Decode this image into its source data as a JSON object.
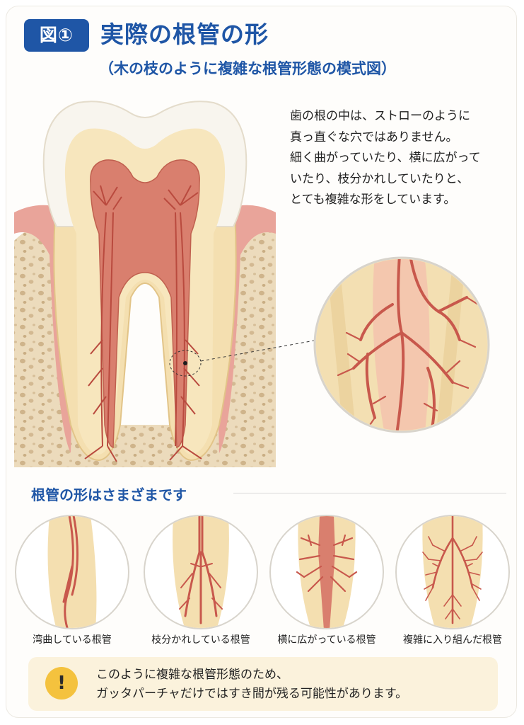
{
  "header": {
    "badge": "図①",
    "title": "実際の根管の形",
    "subtitle": "（木の枝のように複雑な根管形態の模式図）"
  },
  "description": {
    "lines": [
      "歯の根の中は、ストローのように",
      "真っ直ぐな穴ではありません。",
      "細く曲がっていたり、横に広がって",
      "いたり、枝分かれしていたりと、",
      "とても複雑な形をしています。"
    ]
  },
  "variants": {
    "heading": "根管の形はさまざまです",
    "items": [
      {
        "label": "湾曲している根管"
      },
      {
        "label": "枝分かれしている根管"
      },
      {
        "label": "横に広がっている根管"
      },
      {
        "label": "複雑に入り組んだ根管"
      }
    ]
  },
  "note": {
    "icon": "!",
    "lines": [
      "このように複雑な根管形態のため、",
      "ガッタパーチャだけではすき間が残る可能性があります。"
    ]
  },
  "colors": {
    "accent": "#1f56a6",
    "enamel": "#f7f3ea",
    "dentin": "#f5e3b9",
    "pulp": "#d97f6e",
    "canal": "#c8584c",
    "gum": "#e9a49a",
    "bone": "#ead7b8",
    "note_bg": "#fbf2dc",
    "warning": "#f4c23e"
  }
}
